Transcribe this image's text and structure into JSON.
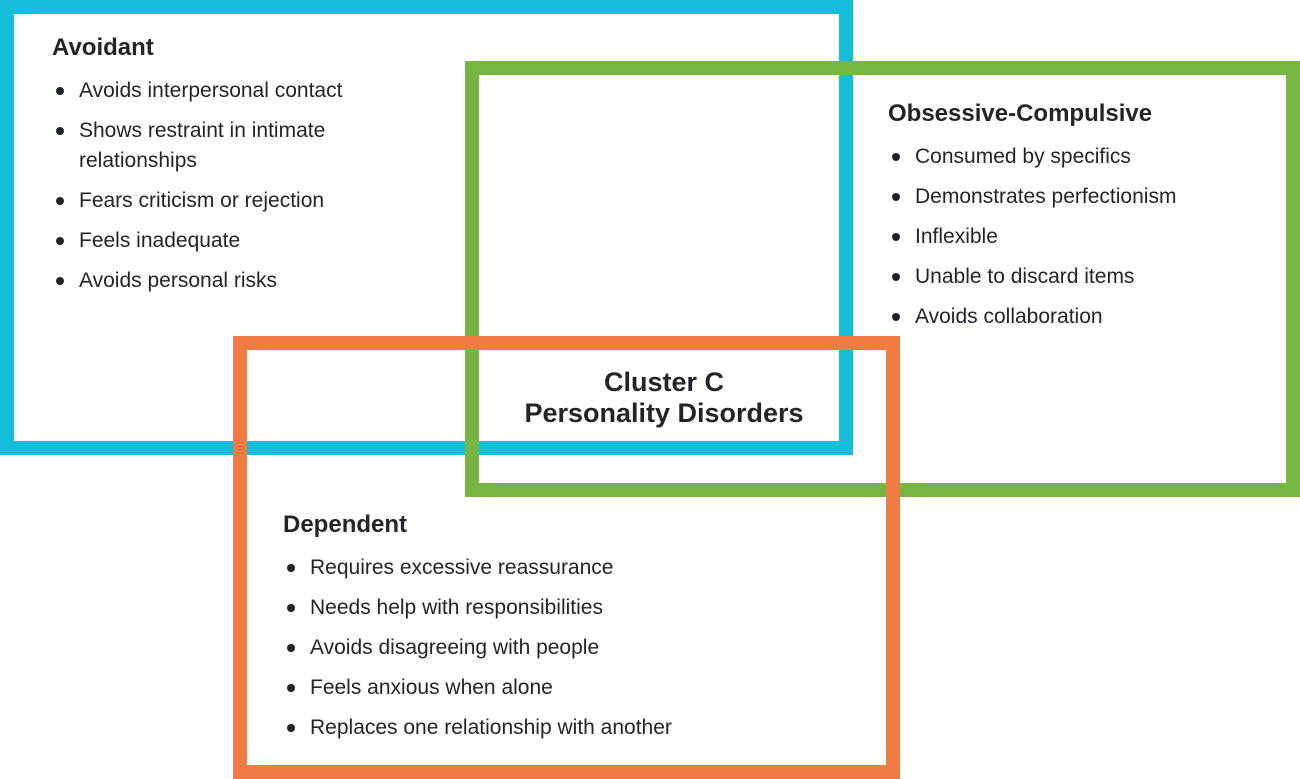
{
  "title": {
    "line1": "Cluster C",
    "line2": "Personality Disorders"
  },
  "boxes": [
    {
      "id": "avoidant",
      "heading": "Avoidant",
      "border_color": "#16BDD8",
      "items": [
        "Avoids interpersonal contact",
        "Shows restraint in intimate relationships",
        "Fears criticism or rejection",
        "Feels inadequate",
        "Avoids personal risks"
      ]
    },
    {
      "id": "obsessive-compulsive",
      "heading": "Obsessive-Compulsive",
      "border_color": "#78B644",
      "items": [
        "Consumed by specifics",
        "Demonstrates perfectionism",
        "Inflexible",
        "Unable to discard items",
        "Avoids collaboration"
      ]
    },
    {
      "id": "dependent",
      "heading": "Dependent",
      "border_color": "#EF7B45",
      "items": [
        "Requires excessive reassurance",
        "Needs help with responsibilities",
        "Avoids disagreeing with people",
        "Feels anxious when alone",
        "Replaces one relationship with another"
      ]
    }
  ],
  "colors": {
    "background": "#FFFFFF",
    "text": "#21252A",
    "avoidant_frame": "#16BDD8",
    "obsessive_compulsive_frame": "#78B644",
    "dependent_frame": "#EF7B45"
  }
}
